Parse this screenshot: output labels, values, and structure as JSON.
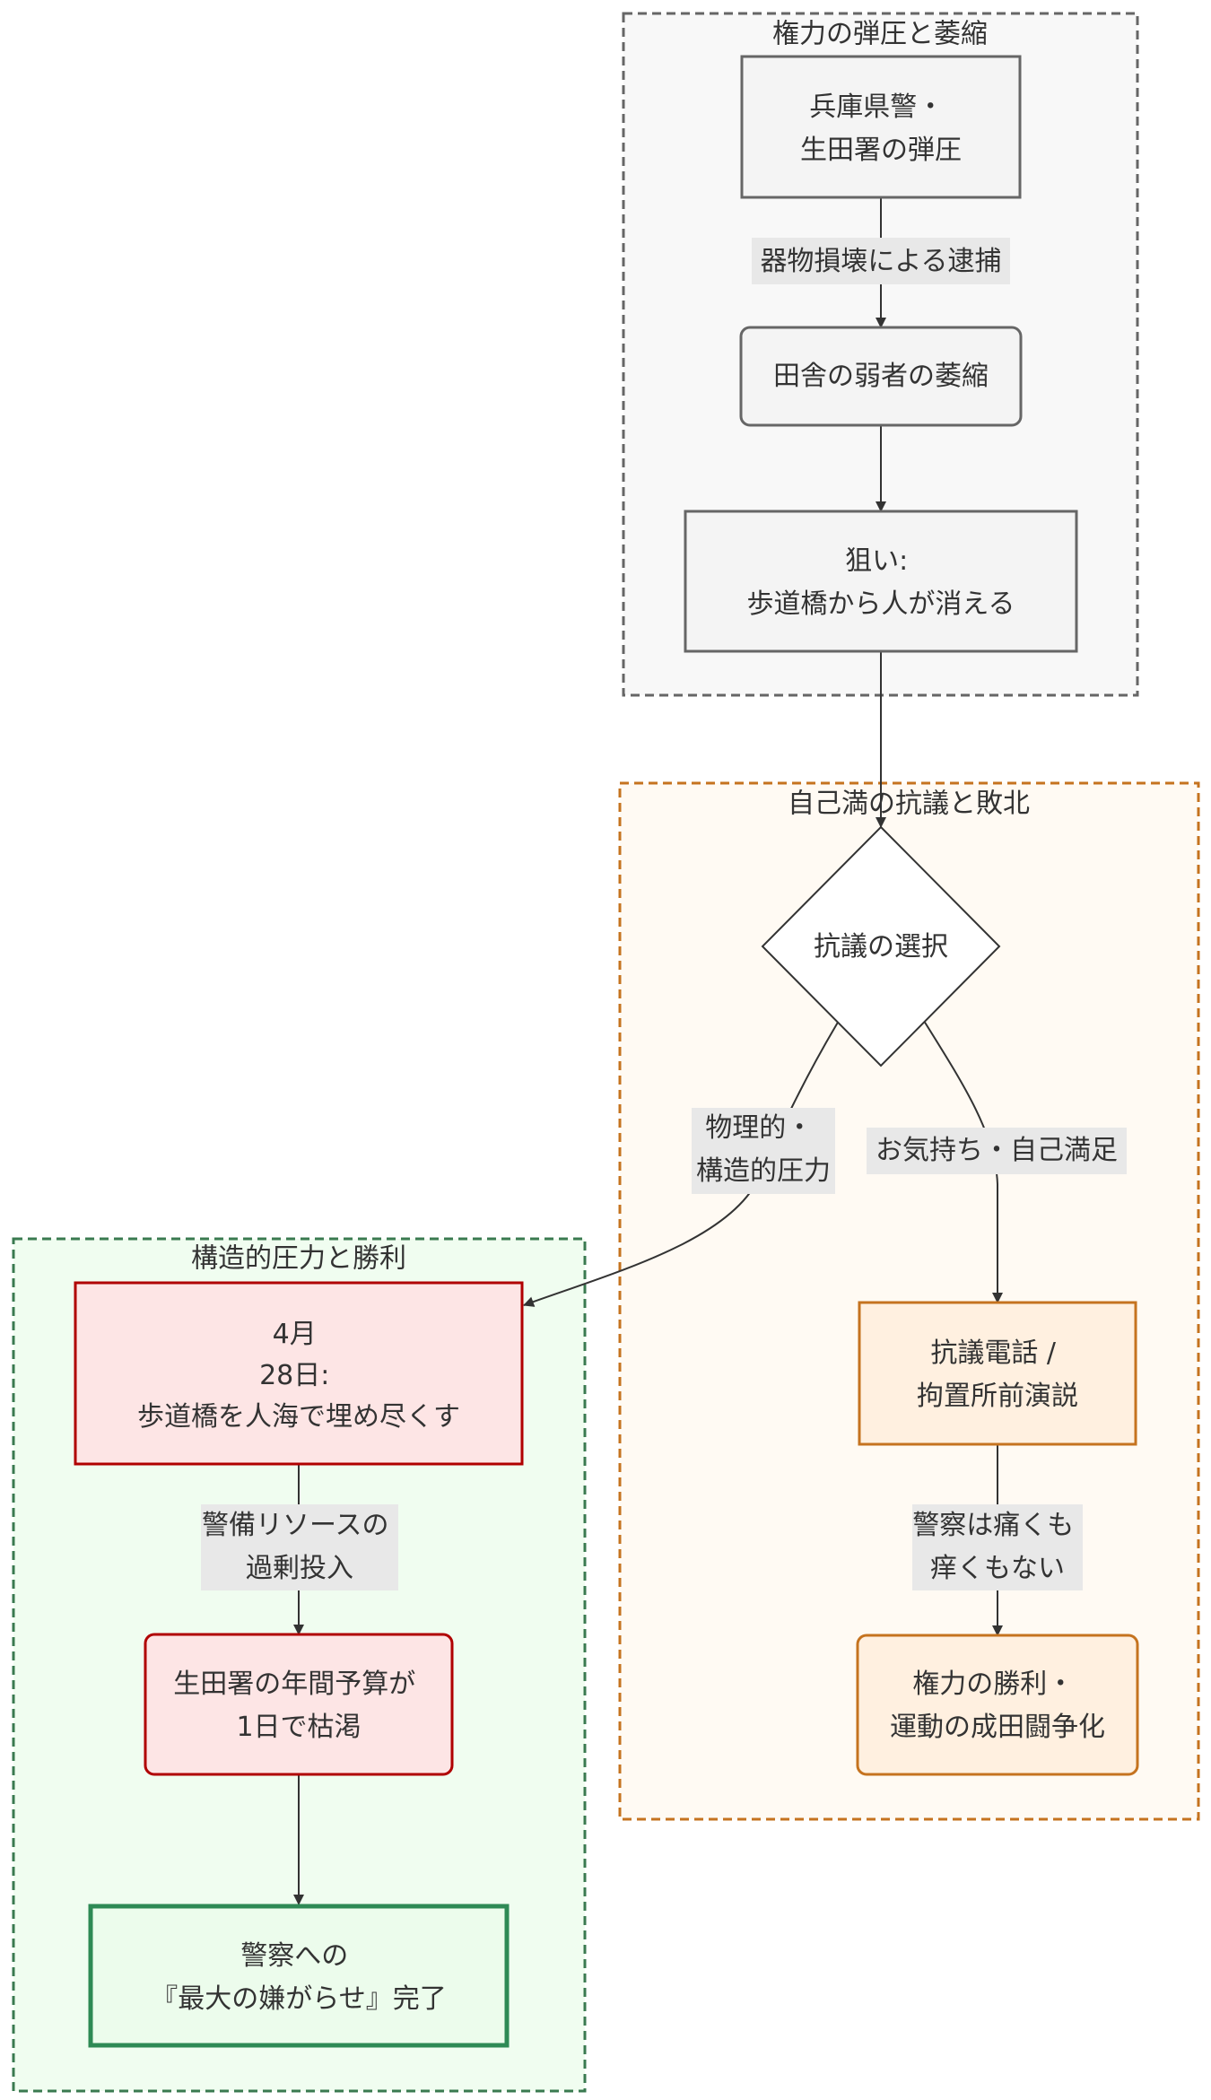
{
  "groups": {
    "power": {
      "title": "権力の弾圧と萎縮",
      "fill": "#f8f8f8",
      "stroke": "#666666"
    },
    "protest": {
      "title": "自己満の抗議と敗北",
      "fill": "#fffaf3",
      "stroke": "#c5731f"
    },
    "structural": {
      "title": "構造的圧力と勝利",
      "fill": "#f0fdf0",
      "stroke": "#3a7a50"
    }
  },
  "nodes": {
    "police": {
      "lines": [
        "兵庫県警・",
        "生田署の弾圧"
      ]
    },
    "shrink": {
      "lines": [
        "田舎の弱者の萎縮"
      ]
    },
    "aim": {
      "lines": [
        "狙い:",
        "歩道橋から人が消える"
      ]
    },
    "choice": {
      "lines": [
        "抗議の選択"
      ]
    },
    "calls": {
      "lines": [
        "抗議電話 /",
        "拘置所前演説"
      ]
    },
    "power_win": {
      "lines": [
        "権力の勝利・",
        "運動の成田闘争化"
      ]
    },
    "april": {
      "lines": [
        "4月",
        "28日:",
        "歩道橋を人海で埋め尽くす"
      ]
    },
    "budget": {
      "lines": [
        "生田署の年間予算が",
        "1日で枯渇"
      ]
    },
    "harass": {
      "lines": [
        "警察への",
        "『最大の嫌がらせ』完了"
      ]
    }
  },
  "edges": {
    "arrest": {
      "lines": [
        "器物損壊による逮捕"
      ]
    },
    "physical": {
      "lines": [
        "物理的・",
        "構造的圧力"
      ]
    },
    "feel": {
      "lines": [
        "お気持ち・自己満足"
      ]
    },
    "no_pain": {
      "lines": [
        "警察は痛くも",
        "痒くもない"
      ]
    },
    "resources": {
      "lines": [
        "警備リソースの",
        "過剰投入"
      ]
    }
  },
  "colors": {
    "gray_node_fill": "#f4f4f4",
    "gray_node_stroke": "#666666",
    "orange_node_fill": "#fff0e0",
    "orange_node_stroke": "#c5731f",
    "red_node_fill": "#fde5e5",
    "red_node_stroke": "#b00000",
    "green_node_fill": "#ecfcec",
    "green_node_stroke": "#2e8a55",
    "edge": "#333333",
    "edge_label_bg": "#e8e8e8"
  }
}
